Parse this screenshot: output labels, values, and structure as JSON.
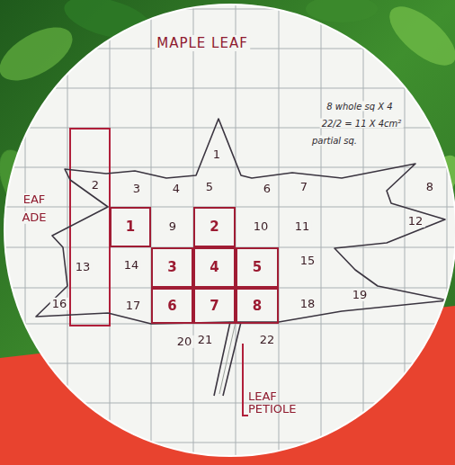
{
  "diagram": {
    "title": "MAPLE LEAF",
    "nodes": [
      {
        "text": [
          "1"
        ]
      },
      {
        "text": [
          "2"
        ]
      },
      {
        "text": [
          "3"
        ]
      },
      {
        "text": [
          "4"
        ]
      },
      {
        "text": [
          "5"
        ]
      },
      {
        "text": [
          "6"
        ]
      },
      {
        "text": [
          "7"
        ]
      },
      {
        "text": [
          "8"
        ]
      }
    ],
    "labels": [
      "8 whole sq X 4",
      "22/2 = 11 X 4cm²",
      "partial sq.",
      "EAF",
      "ADE",
      "1",
      "2",
      "3",
      "4",
      "5",
      "6",
      "7",
      "8",
      "9",
      "10",
      "11",
      "12",
      "13",
      "14",
      "15",
      "16",
      "17",
      "18",
      "19",
      "20",
      "21",
      "22",
      "LEAF PETIOLE"
    ]
  }
}
